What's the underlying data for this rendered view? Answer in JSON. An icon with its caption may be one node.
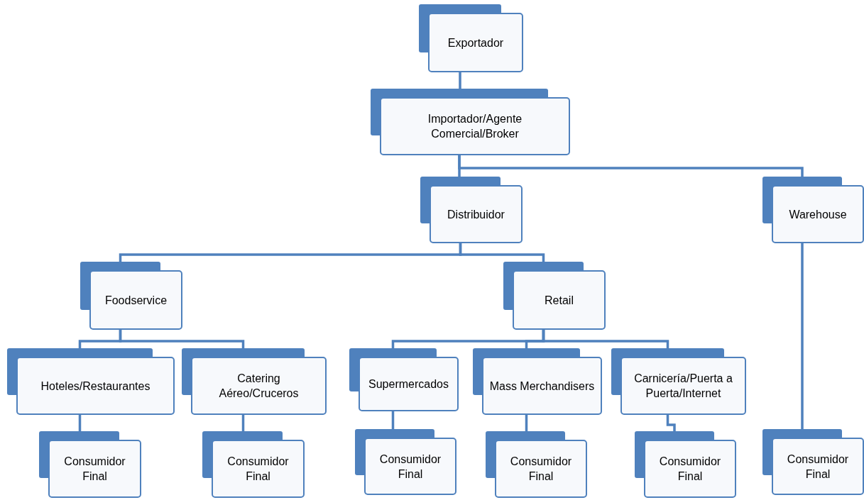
{
  "diagram": {
    "nodes": [
      {
        "text": [
          "Exportador"
        ]
      },
      {
        "text": [
          "Importador/Agente Comercial/Broker"
        ]
      },
      {
        "text": [
          "Distribuidor"
        ]
      },
      {
        "text": [
          "Warehouse"
        ]
      },
      {
        "text": [
          "Foodservice"
        ]
      },
      {
        "text": [
          "Retail"
        ]
      },
      {
        "text": [
          "Hoteles/Restaurantes"
        ]
      },
      {
        "text": [
          "Catering Aéreo/Cruceros"
        ]
      },
      {
        "text": [
          "Supermercados"
        ]
      },
      {
        "text": [
          "Mass Merchandisers"
        ]
      },
      {
        "text": [
          "Carnicería/Puerta a Puerta/Internet"
        ]
      },
      {
        "text": [
          "Consumidor Final"
        ]
      },
      {
        "text": [
          "Consumidor Final"
        ]
      },
      {
        "text": [
          "Consumidor Final"
        ]
      },
      {
        "text": [
          "Consumidor Final"
        ]
      },
      {
        "text": [
          "Consumidor Final"
        ]
      },
      {
        "text": [
          "Consumidor Final"
        ]
      }
    ],
    "edges": [
      {
        "from": 0,
        "to": 1,
        "arrow": "none"
      },
      {
        "from": 1,
        "to": 2,
        "arrow": "none"
      },
      {
        "from": 1,
        "to": 3,
        "arrow": "none"
      },
      {
        "from": 2,
        "to": 4,
        "arrow": "none"
      },
      {
        "from": 2,
        "to": 5,
        "arrow": "none"
      },
      {
        "from": 4,
        "to": 6,
        "arrow": "none"
      },
      {
        "from": 4,
        "to": 7,
        "arrow": "none"
      },
      {
        "from": 5,
        "to": 8,
        "arrow": "none"
      },
      {
        "from": 5,
        "to": 9,
        "arrow": "none"
      },
      {
        "from": 5,
        "to": 10,
        "arrow": "none"
      },
      {
        "from": 6,
        "to": 11,
        "arrow": "none"
      },
      {
        "from": 7,
        "to": 12,
        "arrow": "none"
      },
      {
        "from": 8,
        "to": 13,
        "arrow": "none"
      },
      {
        "from": 9,
        "to": 14,
        "arrow": "none"
      },
      {
        "from": 10,
        "to": 15,
        "arrow": "none"
      },
      {
        "from": 3,
        "to": 16,
        "arrow": "none"
      }
    ]
  }
}
